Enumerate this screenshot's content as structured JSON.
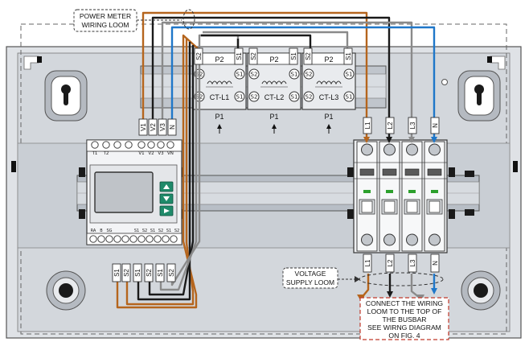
{
  "callouts": {
    "power_meter_loom": [
      "POWER METER",
      "WIRING LOOM"
    ],
    "voltage_supply_loom": [
      "VOLTAGE",
      "SUPPLY LOOM"
    ]
  },
  "note": {
    "lines": [
      "CONNECT THE WIRING",
      "LOOM TO THE TOP OF",
      "THE BUSBAR",
      "SEE WIRNG DIAGRAM",
      "ON FIG. 4"
    ]
  },
  "cts": [
    {
      "name": "CT-L1",
      "p2": "P2",
      "p1": "P1",
      "s1": "S1",
      "s2": "S2"
    },
    {
      "name": "CT-L2",
      "p2": "P2",
      "p1": "P1",
      "s1": "S1",
      "s2": "S2"
    },
    {
      "name": "CT-L3",
      "p2": "P2",
      "p1": "P1",
      "s1": "S1",
      "s2": "S2"
    }
  ],
  "ct_top_sleeves": [
    "S2",
    "S1",
    "S2",
    "S1",
    "S2",
    "S1"
  ],
  "meter_voltage_sleeves": [
    "V1",
    "V2",
    "V3",
    "N"
  ],
  "meter_top_terminals": [
    "T1",
    "T2",
    "V1",
    "V2",
    "V3",
    "VN"
  ],
  "meter_bottom_terminals": [
    "RA",
    "B",
    "SG",
    "S1",
    "S2",
    "S1",
    "S2",
    "S1",
    "S2"
  ],
  "meter_ct_sleeves": [
    "S1",
    "S2",
    "S1",
    "S2",
    "S1",
    "S2"
  ],
  "breaker_top_sleeves": [
    "L1",
    "L2",
    "L3",
    "N"
  ],
  "breaker_bottom_sleeves": [
    "L1",
    "L2",
    "L3",
    "N"
  ],
  "meter_buttons": [
    "up-arrow",
    "down-arrow",
    "right-arrow"
  ],
  "colors": {
    "brown": "#b5651d",
    "black": "#1a1a1a",
    "grey": "#8a8a8a",
    "blue": "#1f77c9",
    "enclosure": "#dfe2e6",
    "panel": "#c9ced4",
    "rail": "#b8bec6",
    "button": "#1f8a6a",
    "note_border": "#c0392b"
  }
}
